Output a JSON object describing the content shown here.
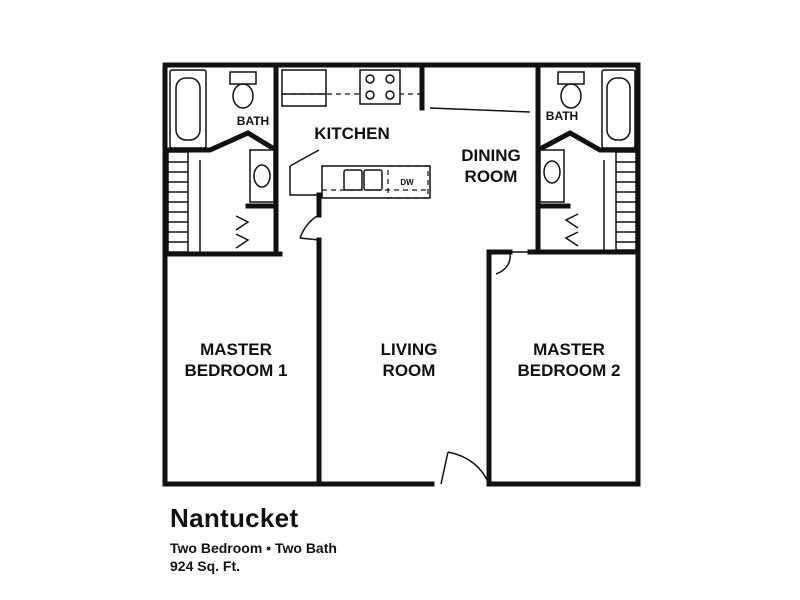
{
  "rooms": {
    "kitchen": "KITCHEN",
    "dining_line1": "DINING",
    "dining_line2": "ROOM",
    "living_line1": "LIVING",
    "living_line2": "ROOM",
    "master1_line1": "MASTER",
    "master1_line2": "BEDROOM 1",
    "master2_line1": "MASTER",
    "master2_line2": "BEDROOM 2",
    "bath_left": "BATH",
    "bath_right": "BATH",
    "dishwasher": "DW"
  },
  "plan": {
    "name": "Nantucket",
    "type": "Two Bedroom • Two Bath",
    "size": "924 Sq. Ft."
  }
}
